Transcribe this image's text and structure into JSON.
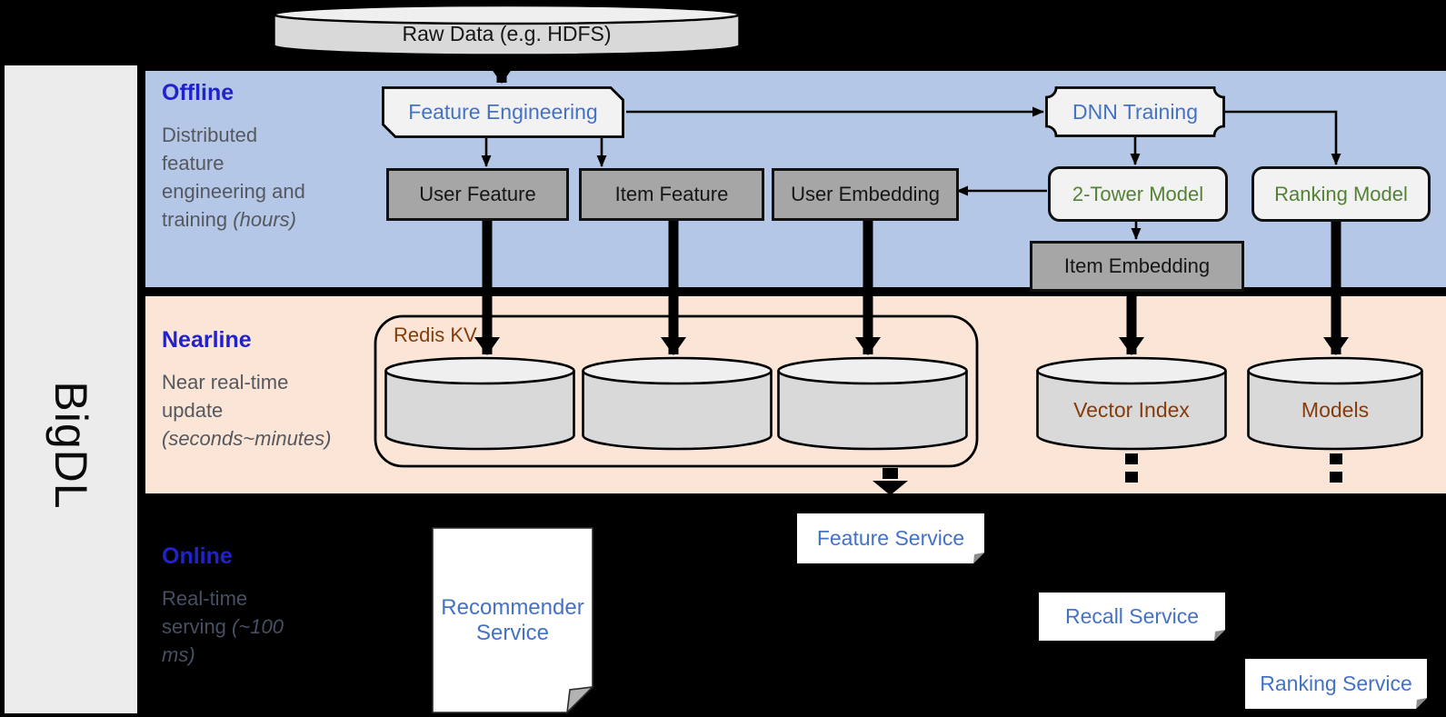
{
  "brand": "BigDL",
  "datasource": {
    "raw_data": "Raw Data (e.g. HDFS)"
  },
  "sections": {
    "offline": {
      "title": "Offline",
      "subtitle": "Distributed feature engineering and training",
      "subtitle_note": "(hours)"
    },
    "nearline": {
      "title": "Nearline",
      "subtitle": "Near real-time update",
      "subtitle_note": "(seconds~minutes)"
    },
    "online": {
      "title": "Online",
      "subtitle": "Real-time serving",
      "subtitle_note": "(~100 ms)"
    }
  },
  "nodes": {
    "feature_engineering": "Feature Engineering",
    "dnn_training": "DNN Training",
    "user_feature": "User Feature",
    "item_feature": "Item Feature",
    "user_embedding": "User Embedding",
    "two_tower_model": "2-Tower Model",
    "ranking_model": "Ranking Model",
    "item_embedding": "Item Embedding",
    "redis_kv": "Redis KV",
    "vector_index": "Vector Index",
    "models": "Models",
    "recommender_service": "Recommender Service",
    "feature_service": "Feature Service",
    "recall_service": "Recall Service",
    "ranking_service": "Ranking Service"
  },
  "colors": {
    "background": "#000000",
    "offline_band": "#B4C7E7",
    "nearline_band": "#FBE5D6",
    "sidebar": "#ECECEC",
    "node_gray": "#A6A6A6",
    "node_light": "#F2F2F2",
    "cylinder_fill": "#D9D9D9",
    "heading_blue": "#2222CC",
    "label_blue": "#4472C4",
    "label_green": "#548235",
    "label_brown": "#843C0C",
    "subtitle_gray": "#55585F"
  }
}
